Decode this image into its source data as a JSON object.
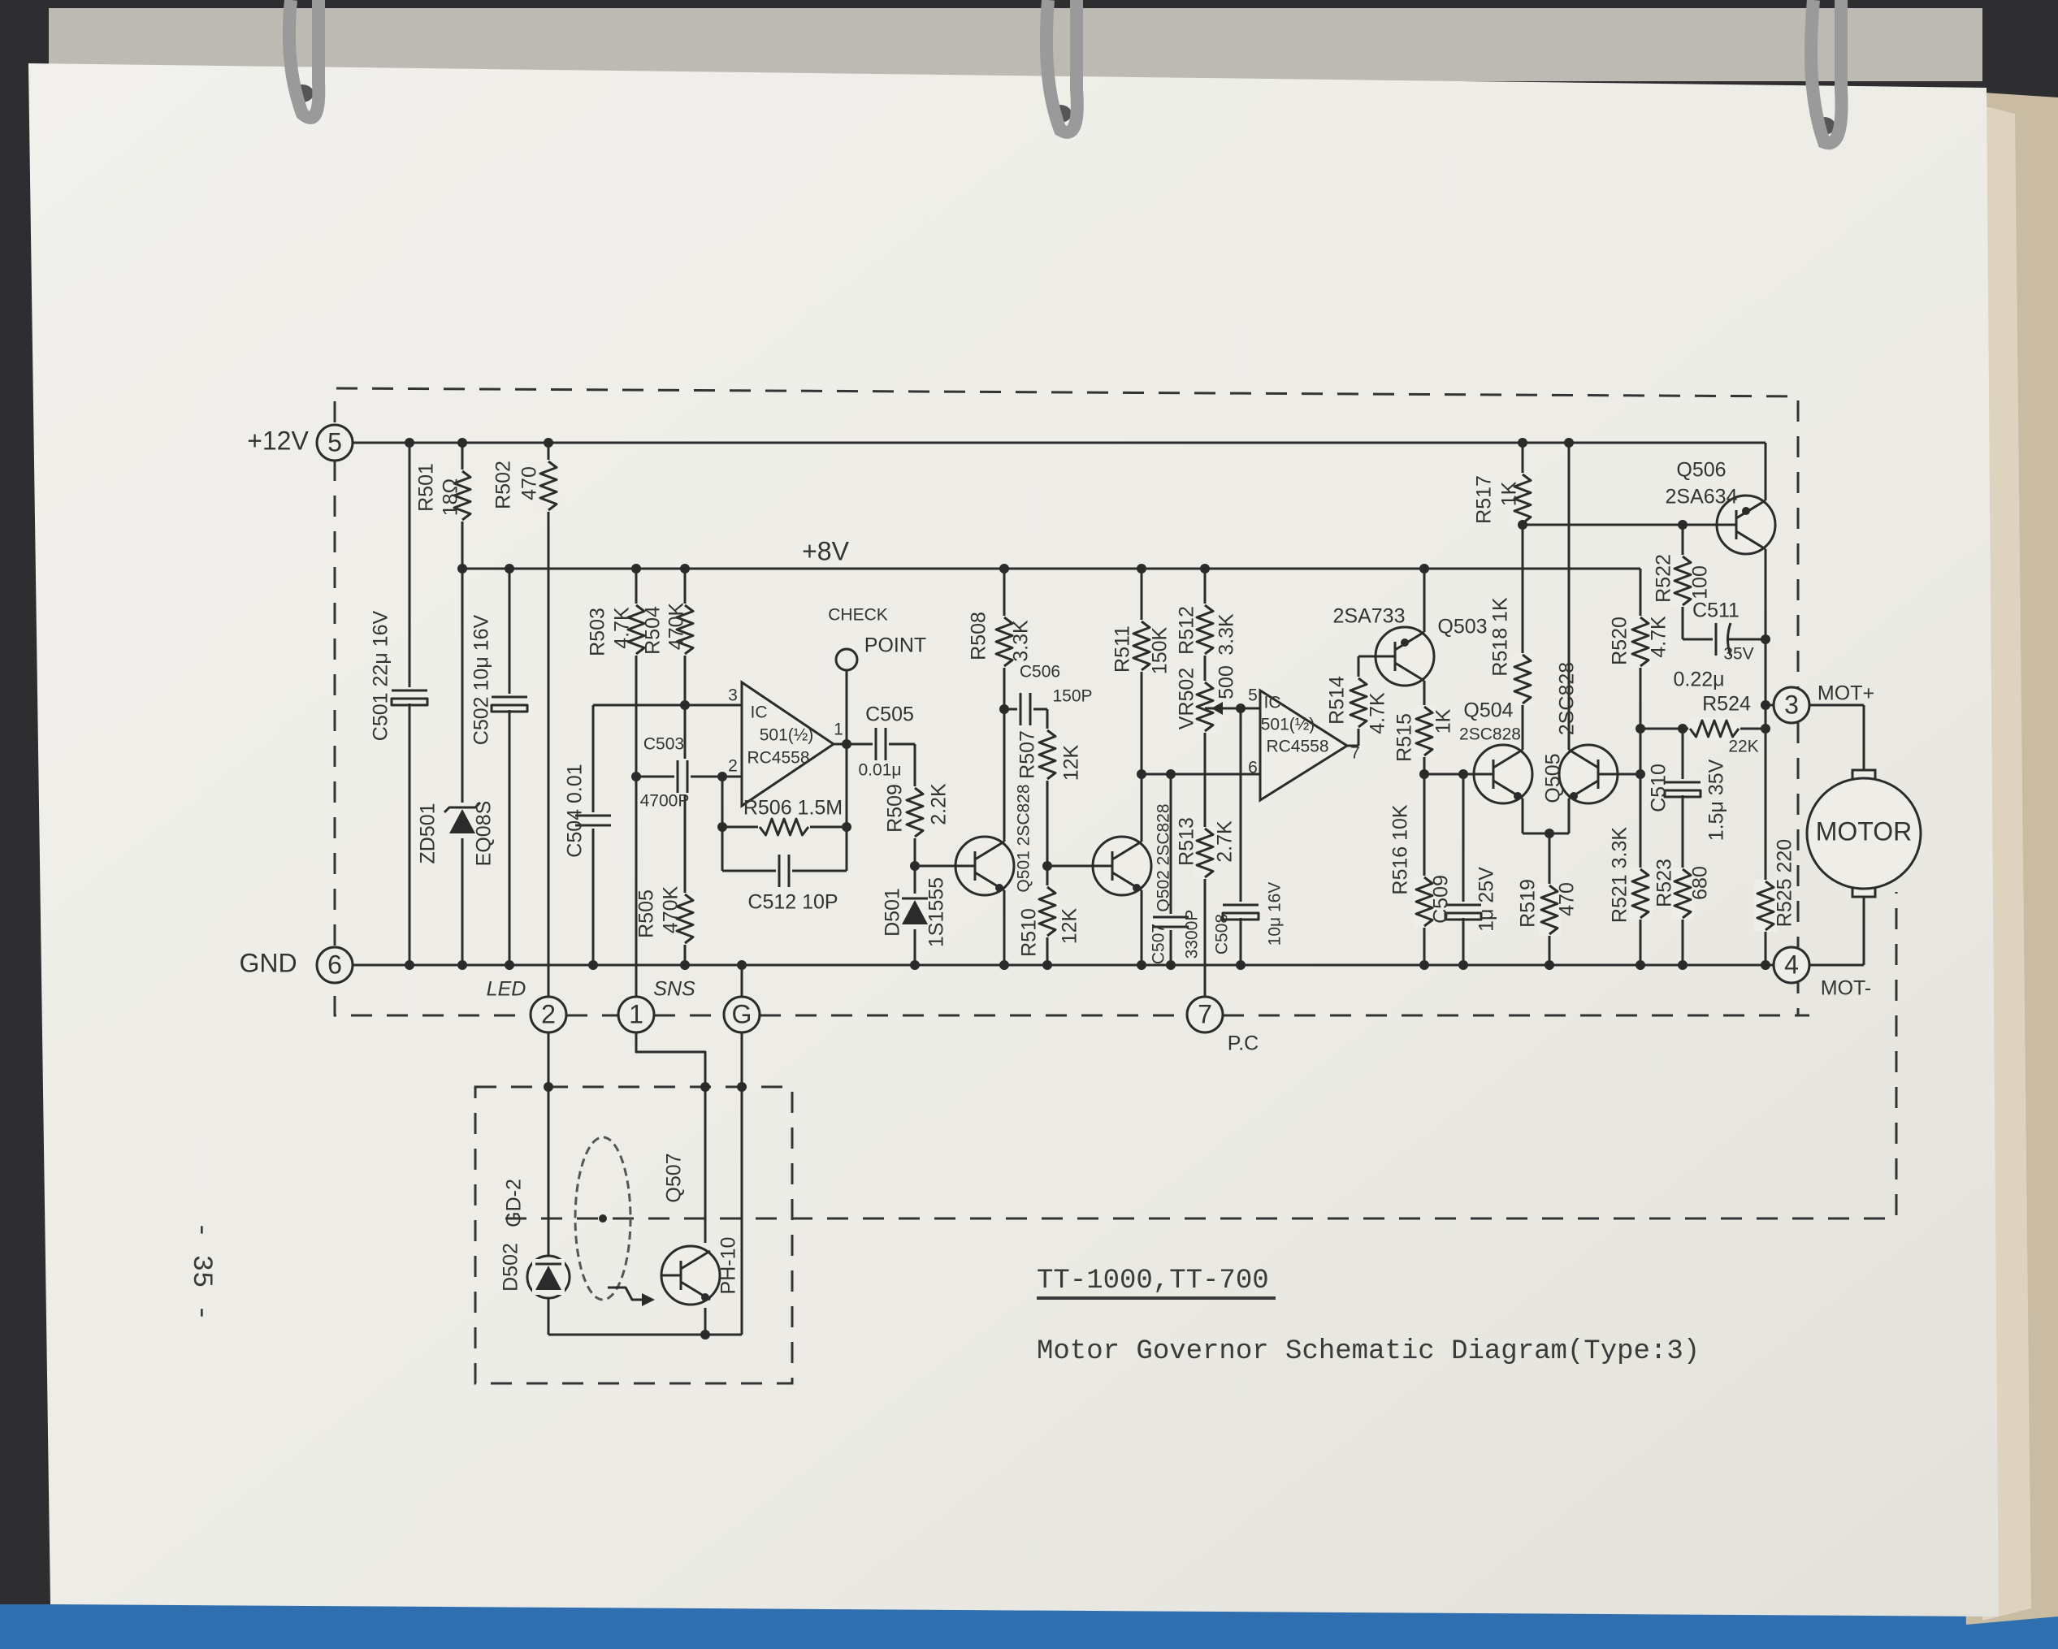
{
  "page": {
    "number": "- 35 -"
  },
  "title": {
    "models": "TT-1000,TT-700",
    "caption": "Motor Governor Schematic Diagram(Type:3)"
  },
  "terminals": {
    "t5": "5",
    "t6": "6",
    "t2": "2",
    "t1": "1",
    "tg": "G",
    "t7": "7",
    "t3": "3",
    "t4": "4"
  },
  "terminal_labels": {
    "plus12v": "+12V",
    "gnd": "GND",
    "led": "LED",
    "sns": "SNS",
    "pc": "P.C",
    "mot_plus": "MOT+",
    "mot_minus": "MOT-"
  },
  "rails": {
    "plus8v": "+8V"
  },
  "check_point": {
    "line1": "CHECK",
    "line2": "POINT"
  },
  "motor": "MOTOR",
  "ic501a": {
    "ic": "IC",
    "part": "501(½)",
    "type": "RC4558",
    "pin3": "3",
    "pin2": "2",
    "pin1": "1"
  },
  "ic501b": {
    "ic": "IC",
    "part": "501(½)",
    "type": "RC4558",
    "pin5": "5",
    "pin6": "6",
    "pin7": "7"
  },
  "components": {
    "c501": "C501 22μ 16V",
    "r501": {
      "ref": "R501",
      "val": "18Ω"
    },
    "r502": {
      "ref": "R502",
      "val": "470"
    },
    "c502": "C502 10μ 16V",
    "zd501": {
      "ref": "ZD501",
      "val": "EQ08S"
    },
    "c504": "C504 0.01",
    "r503": {
      "ref": "R503",
      "val": "4.7K"
    },
    "r504": {
      "ref": "R504",
      "val": "470K"
    },
    "c503": {
      "ref": "C503",
      "val": "4700P"
    },
    "r505": {
      "ref": "R505",
      "val": "470K"
    },
    "r506": "R506 1.5M",
    "c512": "C512 10P",
    "c505": {
      "ref": "C505",
      "val": "0.01μ"
    },
    "r509": {
      "ref": "R509",
      "val": "2.2K"
    },
    "d501": {
      "ref": "D501",
      "val": "1S1555"
    },
    "r508": {
      "ref": "R508",
      "val": "3.3K"
    },
    "c506": {
      "ref": "C506",
      "val": "150P"
    },
    "r507": {
      "ref": "R507",
      "val": "12K"
    },
    "q501": "Q501 2SC828",
    "r510": {
      "ref": "R510",
      "val": "12K"
    },
    "r511": {
      "ref": "R511",
      "val": "150K"
    },
    "q502": "Q502 2SC828",
    "r512": {
      "ref": "R512",
      "val": "3.3K"
    },
    "vr502": {
      "ref": "VR502",
      "val": "500"
    },
    "r513": {
      "ref": "R513",
      "val": "2.7K"
    },
    "c507": {
      "ref": "C507",
      "val": "3300P"
    },
    "c508": {
      "ref": "C508",
      "val": "10μ 16V"
    },
    "r514": {
      "ref": "R514",
      "val": "4.7K"
    },
    "q503": {
      "ref": "Q503",
      "val": "2SA733"
    },
    "r515": {
      "ref": "R515",
      "val": "1K"
    },
    "r516": "R516 10K",
    "c509": {
      "ref": "C509",
      "val": "1μ 25V"
    },
    "r517": {
      "ref": "R517",
      "val": "1K"
    },
    "r518": "R518 1K",
    "q504": {
      "ref": "Q504",
      "val": "2SC828"
    },
    "q505": {
      "ref": "Q505",
      "val": "2SC828"
    },
    "r519": {
      "ref": "R519",
      "val": "470"
    },
    "r520": {
      "ref": "R520",
      "val": "4.7K"
    },
    "r521": "R521 3.3K",
    "r522": {
      "ref": "R522",
      "val": "100"
    },
    "c511": {
      "ref": "C511",
      "v1": "35V",
      "v2": "0.22μ"
    },
    "q506": {
      "ref": "Q506",
      "val": "2SA634"
    },
    "r524": {
      "ref": "R524",
      "val": "22K"
    },
    "c510": {
      "ref": "C510",
      "val": "1.5μ 35V"
    },
    "r523": {
      "ref": "R523",
      "val": "680"
    },
    "r525": "R525 220",
    "d502": {
      "ref": "D502",
      "val": "GD-2"
    },
    "q507": {
      "ref": "Q507",
      "val": "PH-10"
    }
  }
}
